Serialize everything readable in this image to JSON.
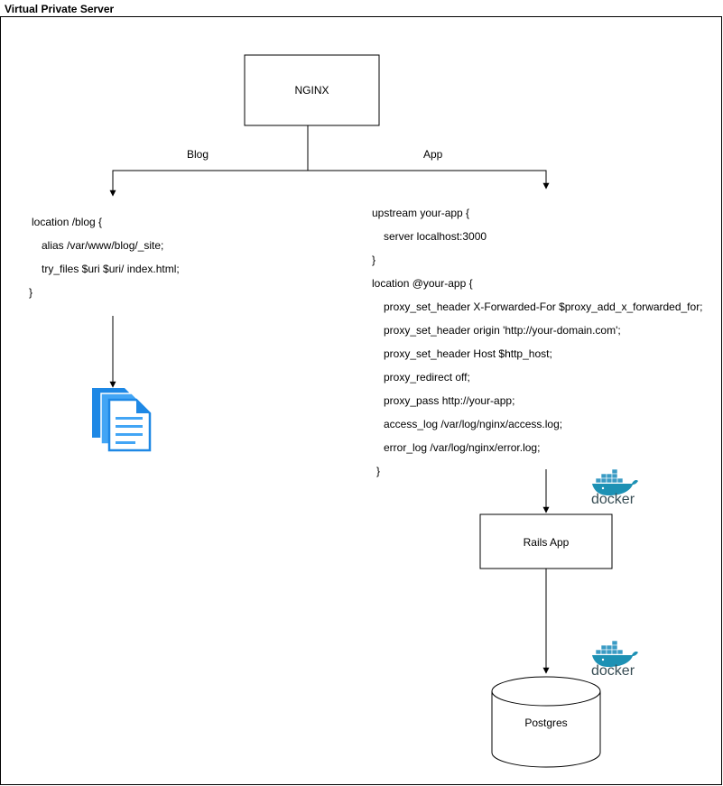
{
  "container": {
    "title": "Virtual Private Server"
  },
  "nginx": {
    "label": "NGINX"
  },
  "edges": {
    "blog_label": "Blog",
    "app_label": "App"
  },
  "blog_config": {
    "lines": [
      "location /blog {",
      "alias /var/www/blog/_site;",
      "try_files $uri $uri/ index.html;",
      "}"
    ]
  },
  "app_config": {
    "lines": [
      "upstream your-app {",
      "server localhost:3000",
      "}",
      "location @your-app {",
      "proxy_set_header X-Forwarded-For $proxy_add_x_forwarded_for;",
      "proxy_set_header origin 'http://your-domain.com';",
      "proxy_set_header Host $http_host;",
      "proxy_redirect off;",
      "proxy_pass http://your-app;",
      "access_log /var/log/nginx/access.log;",
      "error_log /var/log/nginx/error.log;",
      "}"
    ]
  },
  "rails": {
    "label": "Rails App"
  },
  "postgres": {
    "label": "Postgres"
  },
  "docker": {
    "label": "docker"
  },
  "icons": {
    "files": "documents-icon",
    "docker": "docker-whale-icon"
  },
  "colors": {
    "stroke": "#000000",
    "doc_blue": "#2196f3",
    "doc_dark": "#1565c0",
    "docker_blue": "#1d91b4",
    "docker_dark": "#384d54"
  }
}
